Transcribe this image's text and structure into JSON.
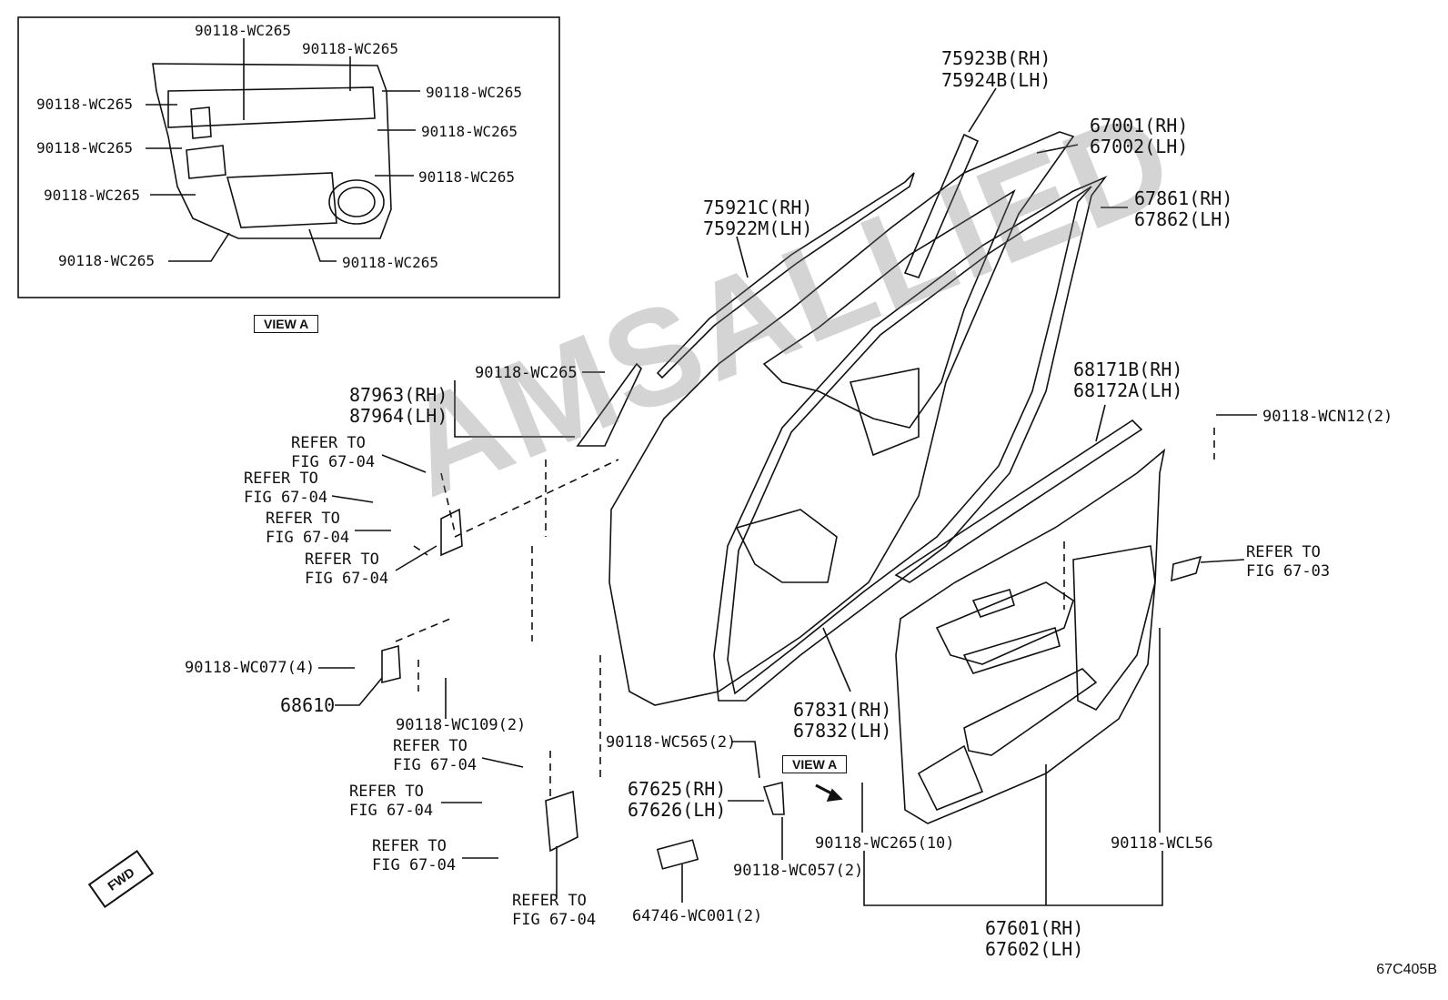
{
  "view_a_labels": {
    "top1": "90118-WC265",
    "top2": "90118-WC265",
    "right1": "90118-WC265",
    "right2": "90118-WC265",
    "right3": "90118-WC265",
    "left1": "90118-WC265",
    "left2": "90118-WC265",
    "left3": "90118-WC265",
    "bottom_left": "90118-WC265",
    "bottom_right": "90118-WC265"
  },
  "view_tag": "VIEW A",
  "view_tag_main": "VIEW A",
  "parts": {
    "p75923": "75923B(RH)",
    "p75924": "75924B(LH)",
    "p67001": "67001(RH)",
    "p67002": "67002(LH)",
    "p75921": "75921C(RH)",
    "p75922": "75922M(LH)",
    "p67861": "67861(RH)",
    "p67862": "67862(LH)",
    "p68171": "68171B(RH)",
    "p68172": "68172A(LH)",
    "p87963": "87963(RH)",
    "p87964": "87964(LH)",
    "bolt_a": "90118-WC265",
    "bolt_wcn12": "90118-WCN12(2)",
    "bolt_wc077": "90118-WC077(4)",
    "p68610": "68610",
    "bolt_wc109": "90118-WC109(2)",
    "p67831": "67831(RH)",
    "p67832": "67832(LH)",
    "bolt_wc565": "90118-WC565(2)",
    "p67625": "67625(RH)",
    "p67626": "67626(LH)",
    "bolt_wc057": "90118-WC057(2)",
    "bolt_wc265_10": "90118-WC265(10)",
    "bolt_wcl56": "90118-WCL56",
    "p64746": "64746-WC001(2)",
    "p67601": "67601(RH)",
    "p67602": "67602(LH)"
  },
  "refer_to": "REFER TO",
  "fig_6704": "FIG 67-04",
  "fig_6703": "FIG 67-03",
  "watermark": "AMSALLIED",
  "fwd": "FWD",
  "diagram_code": "67C405B"
}
